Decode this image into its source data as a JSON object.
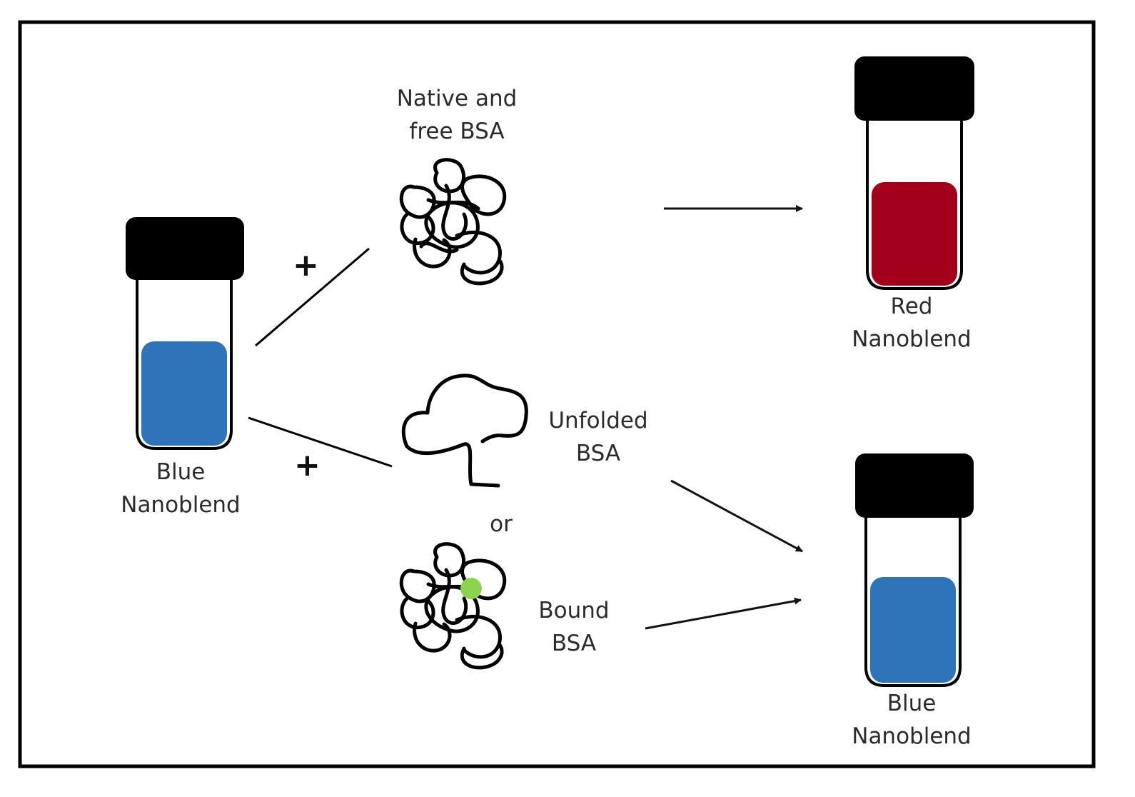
{
  "labels": {
    "native_line1": "Native and",
    "native_line2": "free BSA",
    "red_line1": "Red",
    "red_line2": "Nanoblend",
    "blue_left_line1": "Blue",
    "blue_left_line2": "Nanoblend",
    "unfolded_line1": "Unfolded",
    "unfolded_line2": "BSA",
    "or": "or",
    "bound_line1": "Bound",
    "bound_line2": "BSA",
    "blue_right_line1": "Blue",
    "blue_right_line2": "Nanoblend",
    "plus_top": "+",
    "plus_bottom": "+"
  },
  "colors": {
    "blue_liquid": "#2f73b8",
    "red_liquid": "#a3001c",
    "ligand_green": "#8ed34f",
    "cap": "#000000",
    "frame": "#000000"
  }
}
